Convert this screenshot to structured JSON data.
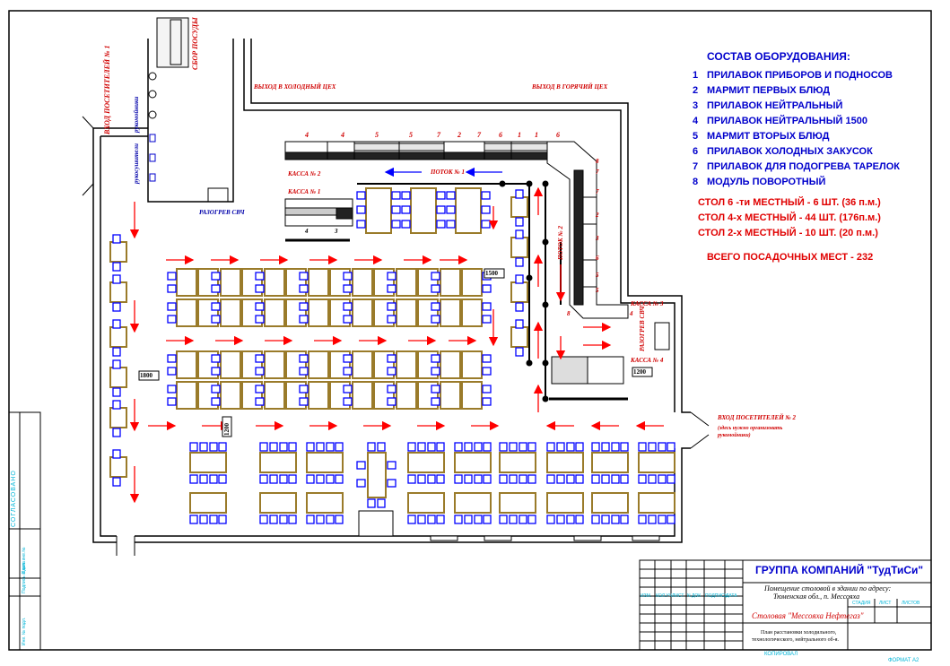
{
  "legend": {
    "title": "СОСТАВ ОБОРУДОВАНИЯ:",
    "items": [
      {
        "num": "1",
        "text": "ПРИЛАВОК ПРИБОРОВ И ПОДНОСОВ"
      },
      {
        "num": "2",
        "text": "МАРМИТ ПЕРВЫХ БЛЮД"
      },
      {
        "num": "3",
        "text": "ПРИЛАВОК НЕЙТРАЛЬНЫЙ"
      },
      {
        "num": "4",
        "text": "ПРИЛАВОК НЕЙТРАЛЬНЫЙ 1500"
      },
      {
        "num": "5",
        "text": "МАРМИТ ВТОРЫХ БЛЮД"
      },
      {
        "num": "6",
        "text": "ПРИЛАВОК ХОЛОДНЫХ ЗАКУСОК"
      },
      {
        "num": "7",
        "text": "ПРИЛАВОК ДЛЯ ПОДОГРЕВА ТАРЕЛОК"
      },
      {
        "num": "8",
        "text": "МОДУЛЬ ПОВОРОТНЫЙ"
      }
    ],
    "tables": [
      "СТОЛ 6 -ти МЕСТНЫЙ - 6 ШТ. (36 п.м.)",
      "СТОЛ 4-х МЕСТНЫЙ - 44 ШТ. (176п.м.)",
      "СТОЛ 2-х МЕСТНЫЙ - 10 ШТ. (20 п.м.)"
    ],
    "total": "ВСЕГО ПОСАДОЧНЫХ МЕСТ - 232"
  },
  "labels": {
    "entrance1": "ВХОД ПОСЕТИТЕЛЕЙ № 1",
    "washbasins": "рукомойники",
    "dryers": "рукосушители",
    "dish_collection": "СБОР ПОСУДЫ",
    "exit_cold": "ВЫХОД В ХОЛОДНЫЙ ЦЕХ",
    "exit_hot": "ВЫХОД В ГОРЯЧИЙ ЦЕХ",
    "microwave1": "РАЗОГРЕВ СВЧ",
    "microwave2": "РАЗОГРЕВ СВЧ",
    "kassa1": "КАССА № 1",
    "kassa2": "КАССА № 2",
    "kassa3": "КАССА № 3",
    "kassa4": "КАССА № 4",
    "flow1": "ПОТОК № 1",
    "flow2": "ПОТОК № 2",
    "entrance2_title": "ВХОД ПОСЕТИТЕЛЕЙ № 2",
    "entrance2_note": "(здесь нужно организовать рукомойники)",
    "dim1": "1500",
    "dim2": "1800",
    "dim3": "1200",
    "dim4": "1200"
  },
  "counter_numbers": [
    "4",
    "4",
    "5",
    "5",
    "7",
    "2",
    "7",
    "6",
    "1",
    "1",
    "6"
  ],
  "kassa1_numbers": [
    "4",
    "3"
  ],
  "right_numbers": [
    "8",
    "7",
    "7",
    "2",
    "3",
    "6",
    "5",
    "5",
    "8"
  ],
  "kassa3_number": "4",
  "title_block": {
    "company": "ГРУППА КОМПАНИЙ \"ТудТиСи\"",
    "address_line1": "Помещение столовой в здании по адресу:",
    "address_line2": "Тюменская обл., п. Мессояха",
    "project": "Столовая \"Мессояха Нефтегаз\"",
    "description_line1": "План расстановки холодильного,",
    "description_line2": "технологического, нейтрального об-я.",
    "col_headers": [
      "ИЗМ.",
      "КОЛ.УЧ",
      "ЛИСТ",
      "N ДОК",
      "ПОДПИСЬ",
      "ДАТА"
    ],
    "stage_headers": [
      "СТАДИЯ",
      "ЛИСТ",
      "ЛИСТОВ"
    ],
    "copied": "КОПИРОВАЛ",
    "format": "ФОРМАТ А2",
    "side_stamp": "СОГЛАСОВАНО",
    "side_cells": [
      "Взам. инв.№",
      "Подпись и дата",
      "Инв. № подл."
    ]
  }
}
